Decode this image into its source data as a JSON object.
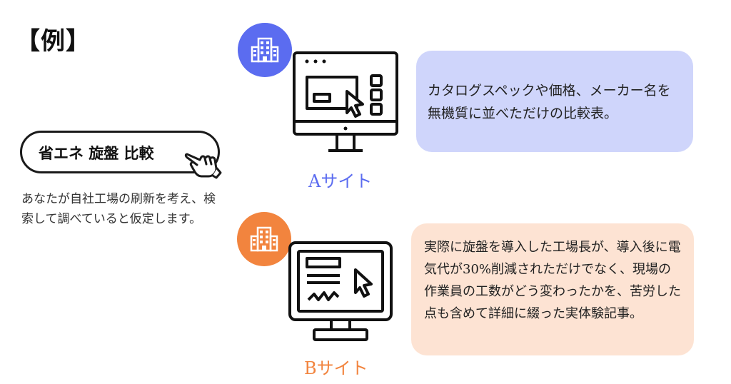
{
  "page": {
    "title": "【例】"
  },
  "search": {
    "query": "省エネ 旋盤 比較"
  },
  "intro": {
    "text": "あなたが自社工場の刷新を考え、検索して調べていると仮定します。"
  },
  "site_a": {
    "label": "Aサイト",
    "description": "カタログスペックや価格、メーカー名を無機質に並べただけの比較表。",
    "accent_color": "#5b6cf0",
    "box_color": "#cfd5fb",
    "icon": "building-icon"
  },
  "site_b": {
    "label": "Bサイト",
    "description": "実際に旋盤を導入した工場長が、導入後に電気代が30%削減されただけでなく、現場の作業員の工数がどう変わったかを、苦労した点も含めて詳細に綴った実体験記事。",
    "accent_color": "#f2843e",
    "box_color": "#fde3d3",
    "icon": "building-icon"
  }
}
